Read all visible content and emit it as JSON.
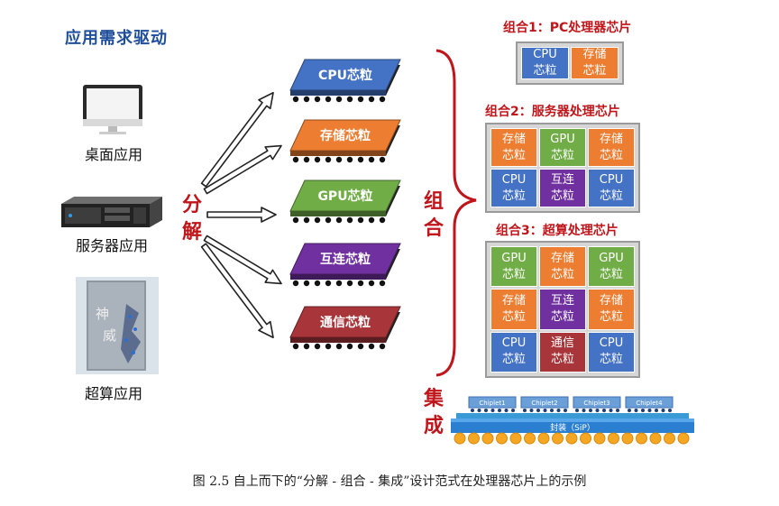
{
  "title": "应用需求驱动",
  "apps": [
    {
      "name": "桌面应用",
      "icon": "monitor-icon"
    },
    {
      "name": "服务器应用",
      "icon": "server-icon"
    },
    {
      "name": "超算应用",
      "icon": "supercomputer-icon"
    }
  ],
  "supercomputer_logo_text": "神威",
  "decompose_label": [
    "分",
    "解"
  ],
  "combine_label": [
    "组",
    "合"
  ],
  "integrate_label": [
    "集",
    "成"
  ],
  "chiplets": [
    {
      "label": "CPU芯粒",
      "color": "#4472c4"
    },
    {
      "label": "存储芯粒",
      "color": "#ed7d31"
    },
    {
      "label": "GPU芯粒",
      "color": "#70ad47"
    },
    {
      "label": "互连芯粒",
      "color": "#7030a0"
    },
    {
      "label": "通信芯粒",
      "color": "#a8353a"
    }
  ],
  "combos": [
    {
      "title": "组合1：PC处理器芯片",
      "cols": 2,
      "cells": [
        {
          "l1": "CPU",
          "l2": "芯粒",
          "type": "cpu"
        },
        {
          "l1": "存储",
          "l2": "芯粒",
          "type": "mem"
        }
      ]
    },
    {
      "title": "组合2：服务器处理芯片",
      "cols": 3,
      "cells": [
        {
          "l1": "存储",
          "l2": "芯粒",
          "type": "mem"
        },
        {
          "l1": "GPU",
          "l2": "芯粒",
          "type": "gpu"
        },
        {
          "l1": "存储",
          "l2": "芯粒",
          "type": "mem"
        },
        {
          "l1": "CPU",
          "l2": "芯粒",
          "type": "cpu"
        },
        {
          "l1": "互连",
          "l2": "芯粒",
          "type": "ic"
        },
        {
          "l1": "CPU",
          "l2": "芯粒",
          "type": "cpu"
        }
      ]
    },
    {
      "title": "组合3：超算处理芯片",
      "cols": 3,
      "cells": [
        {
          "l1": "GPU",
          "l2": "芯粒",
          "type": "gpu"
        },
        {
          "l1": "存储",
          "l2": "芯粒",
          "type": "mem"
        },
        {
          "l1": "GPU",
          "l2": "芯粒",
          "type": "gpu"
        },
        {
          "l1": "存储",
          "l2": "芯粒",
          "type": "mem"
        },
        {
          "l1": "互连",
          "l2": "芯粒",
          "type": "ic"
        },
        {
          "l1": "存储",
          "l2": "芯粒",
          "type": "mem"
        },
        {
          "l1": "CPU",
          "l2": "芯粒",
          "type": "cpu"
        },
        {
          "l1": "通信",
          "l2": "芯粒",
          "type": "comm"
        },
        {
          "l1": "CPU",
          "l2": "芯粒",
          "type": "cpu"
        }
      ]
    }
  ],
  "cell_colors": {
    "cpu": "#4472c4",
    "mem": "#ed7d31",
    "gpu": "#70ad47",
    "ic": "#7030a0",
    "comm": "#a8353a"
  },
  "package": {
    "chiplets": [
      "Chiplet1",
      "Chiplet2",
      "Chiplet3",
      "Chiplet4"
    ],
    "label": "封装（SiP）"
  },
  "caption": "图 2.5   自上而下的“分解 - 组合 - 集成”设计范式在处理器芯片上的示例"
}
